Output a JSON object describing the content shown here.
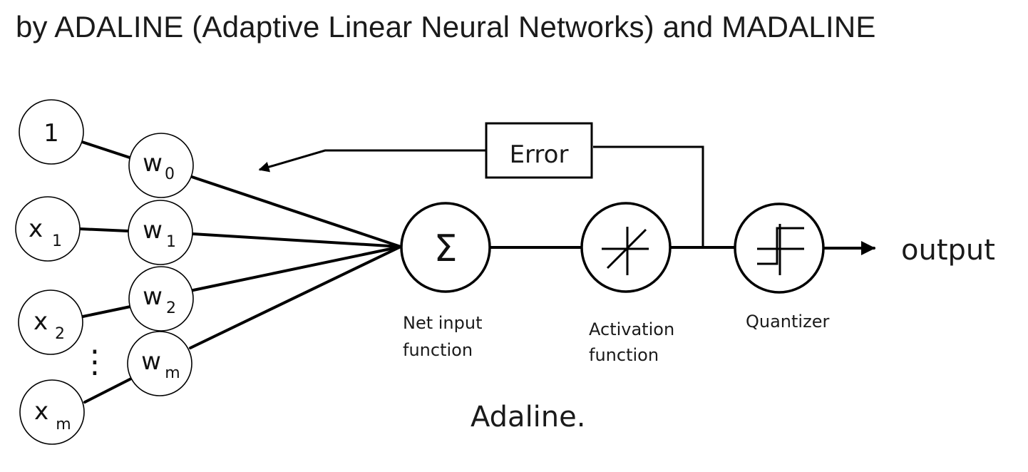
{
  "header": {
    "title": "by ADALINE (Adaptive Linear Neural Networks) and MADALINE"
  },
  "diagram": {
    "inputs": [
      {
        "main": "1",
        "sub": ""
      },
      {
        "main": "x",
        "sub": "1"
      },
      {
        "main": "x",
        "sub": "2"
      },
      {
        "main": "x",
        "sub": "m"
      }
    ],
    "weights": [
      {
        "main": "w",
        "sub": "0"
      },
      {
        "main": "w",
        "sub": "1"
      },
      {
        "main": "w",
        "sub": "2"
      },
      {
        "main": "w",
        "sub": "m"
      }
    ],
    "ellipsis": "⋮",
    "sum_symbol": "Σ",
    "error_label": "Error",
    "output_label": "output",
    "net_input_caption": [
      "Net input",
      "function"
    ],
    "activation_caption": [
      "Activation",
      "function"
    ],
    "quantizer_caption": "Quantizer",
    "figure_caption": "Adaline."
  },
  "icons": {
    "sum": "sigma-icon",
    "activation": "linear-activation-icon",
    "quantizer": "step-function-icon"
  }
}
